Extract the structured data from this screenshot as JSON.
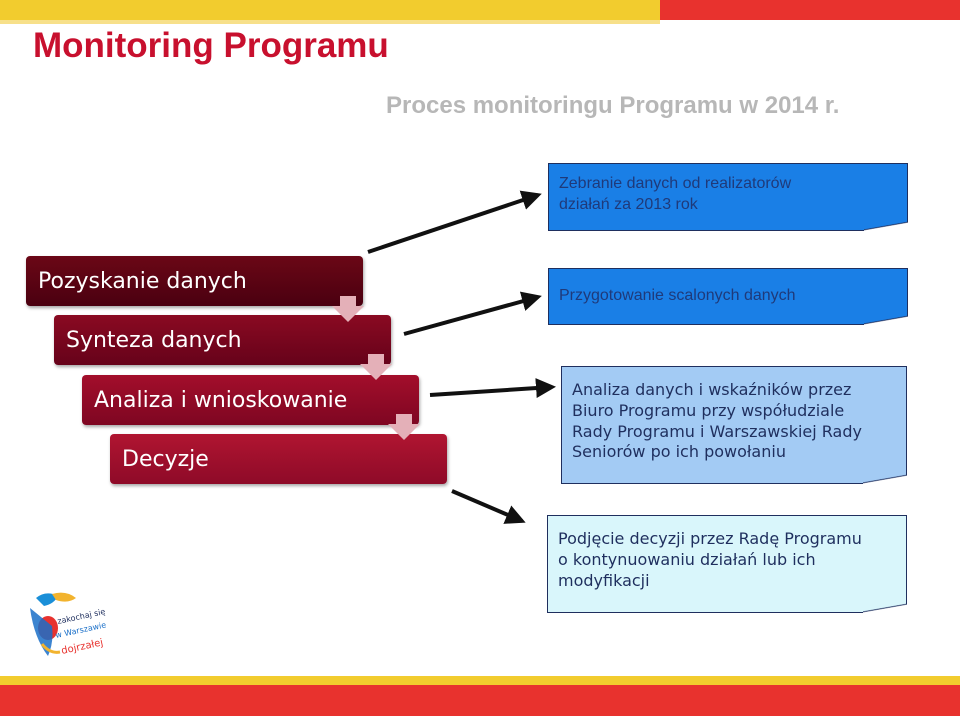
{
  "header": {
    "title": "Monitoring Programu",
    "subtitle": "Proces monitoringu Programu w 2014 r."
  },
  "stages": [
    {
      "label": "Pozyskanie danych"
    },
    {
      "label": "Synteza danych"
    },
    {
      "label": "Analiza i wnioskowanie"
    },
    {
      "label": "Decyzje"
    }
  ],
  "notes": [
    {
      "lines": [
        "Zebranie danych od realizatorów",
        "działań za 2013 rok"
      ]
    },
    {
      "lines": [
        "Przygotowanie scalonych danych"
      ]
    },
    {
      "lines": [
        "Analiza danych i wskaźników przez",
        "Biuro Programu przy współudziale",
        "Rady Programu i Warszawskiej Rady",
        "Seniorów po ich powołaniu"
      ]
    },
    {
      "lines": [
        "Podjęcie decyzji przez Radę Programu",
        "o kontynuowaniu działań lub ich",
        "modyfikacji"
      ]
    }
  ],
  "logo": {
    "lines": [
      "zakochaj się",
      "w Warszawie",
      "dojrzałej"
    ]
  },
  "colors": {
    "title": "#c8102e",
    "subtitle": "#b7b7b7",
    "stage_dark": "#4a0010",
    "note_blue": "#1a7fe6",
    "note_light_blue": "#a3cbf4",
    "note_pale": "#d9f6fb",
    "accent_yellow": "#f2cc2e",
    "accent_red": "#e8322e"
  }
}
